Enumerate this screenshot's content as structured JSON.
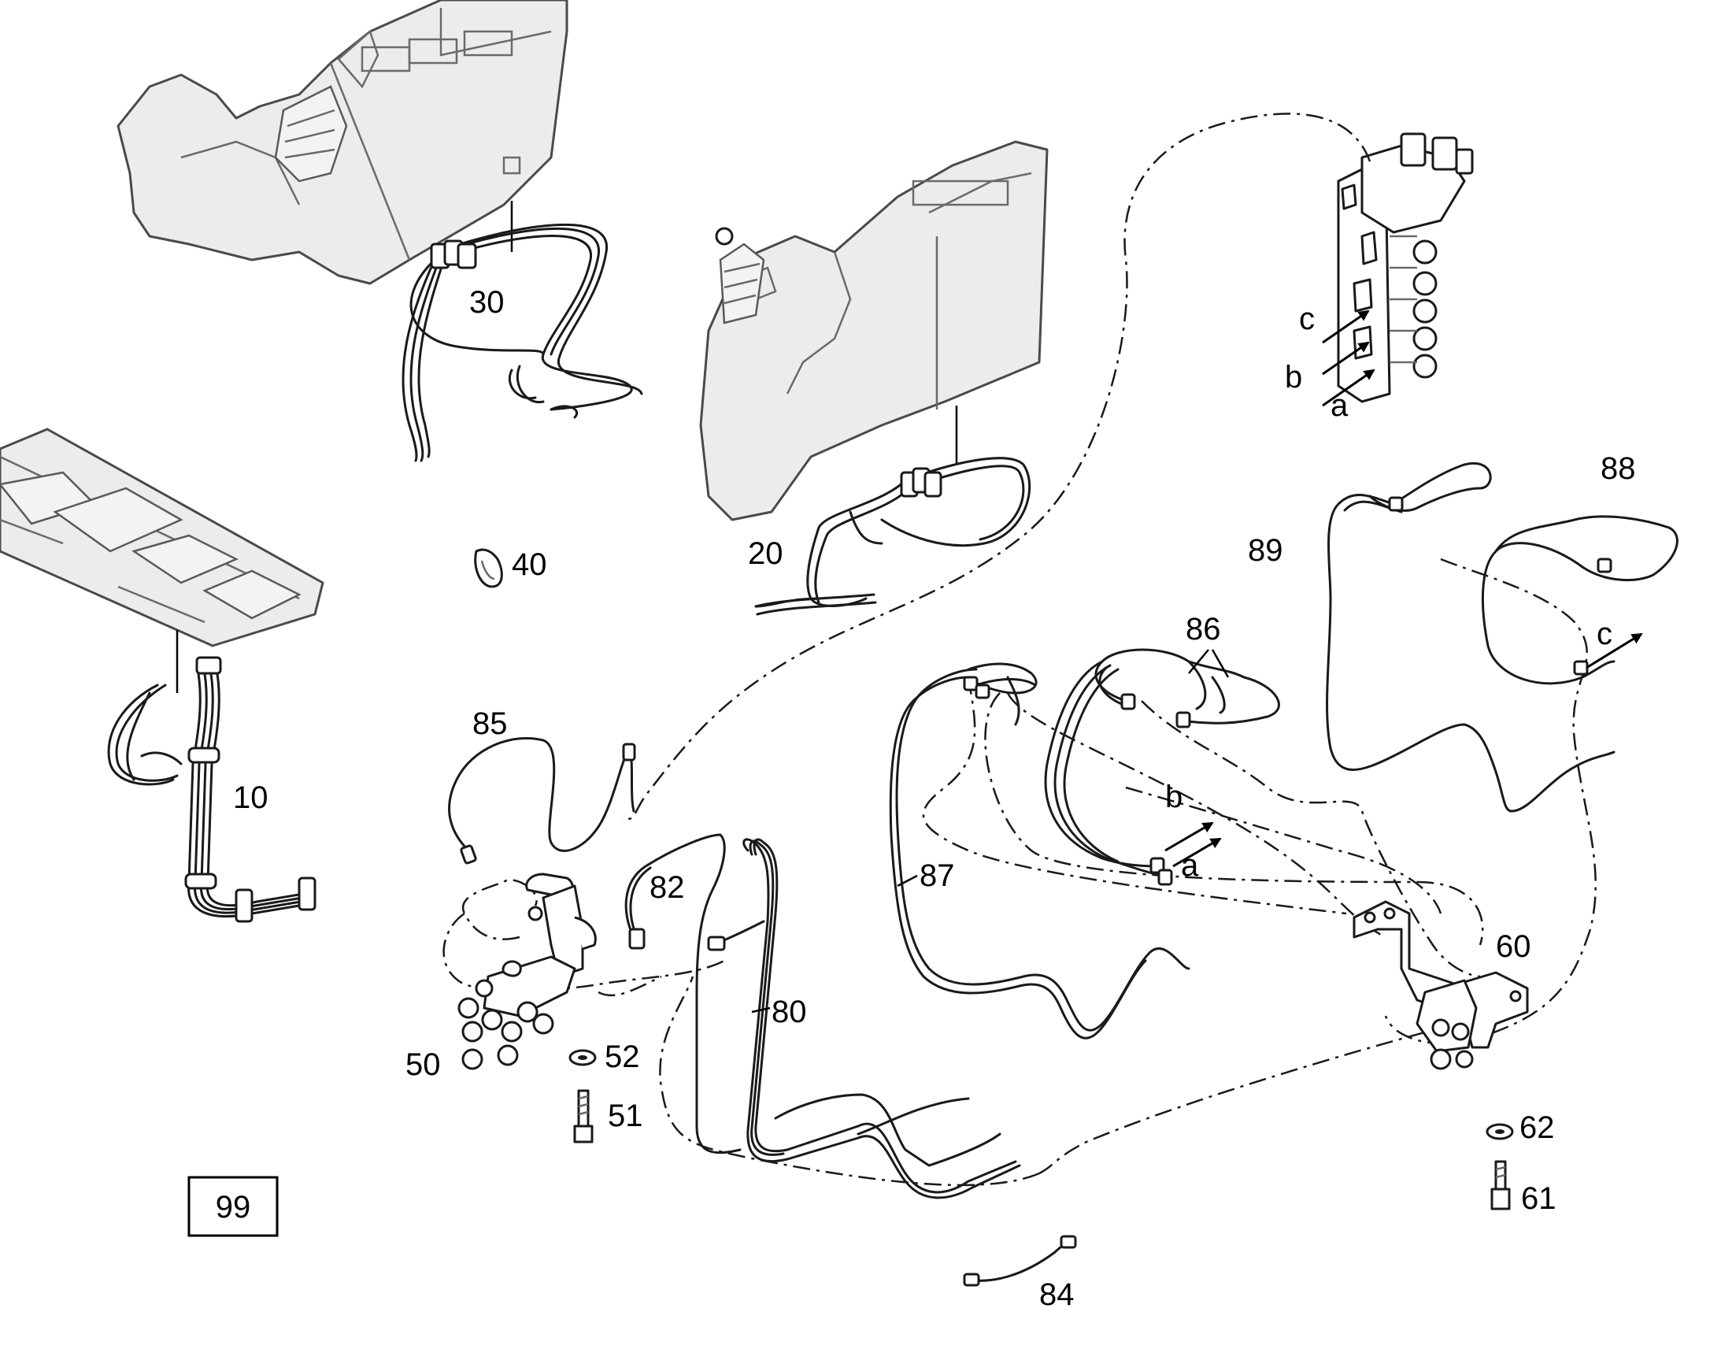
{
  "labels": {
    "l10": "10",
    "l20": "20",
    "l30": "30",
    "l40": "40",
    "l50": "50",
    "l51": "51",
    "l52": "52",
    "l60": "60",
    "l61": "61",
    "l62": "62",
    "l80": "80",
    "l82": "82",
    "l84": "84",
    "l85": "85",
    "l86": "86",
    "l87": "87",
    "l88": "88",
    "l89": "89",
    "ref_box": "99"
  },
  "connections": {
    "c_top": "c",
    "b_top": "b",
    "a_top": "a",
    "b_mid": "b",
    "a_mid": "a",
    "c_right": "c"
  },
  "colors": {
    "line": "#1a1a1a",
    "body_fill": "#ececec",
    "background": "#ffffff"
  }
}
